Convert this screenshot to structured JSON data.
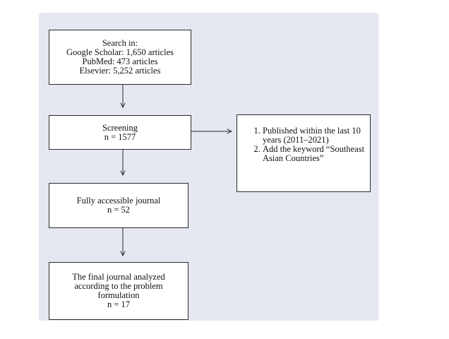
{
  "search": {
    "line1": "Search in:",
    "line2": "Google Scholar: 1,650 articles",
    "line3": "PubMed: 473 articles",
    "line4": "Elsevier: 5,252 articles"
  },
  "screening": {
    "line1": "Screening",
    "line2": "n = 1577"
  },
  "criteria": {
    "item1": "Published within the last 10 years (2011–2021)",
    "item2": "Add the keyword “Southeast Asian Countries”"
  },
  "accessible": {
    "line1": "Fully accessible journal",
    "line2": "n = 52"
  },
  "final": {
    "line1": "The final journal analyzed",
    "line2": "according to the problem",
    "line3": "formulation",
    "line4": "n = 17"
  },
  "colors": {
    "panel_background": "#e5e8f1",
    "box_background": "#ffffff",
    "line": "#2a2a2a"
  }
}
